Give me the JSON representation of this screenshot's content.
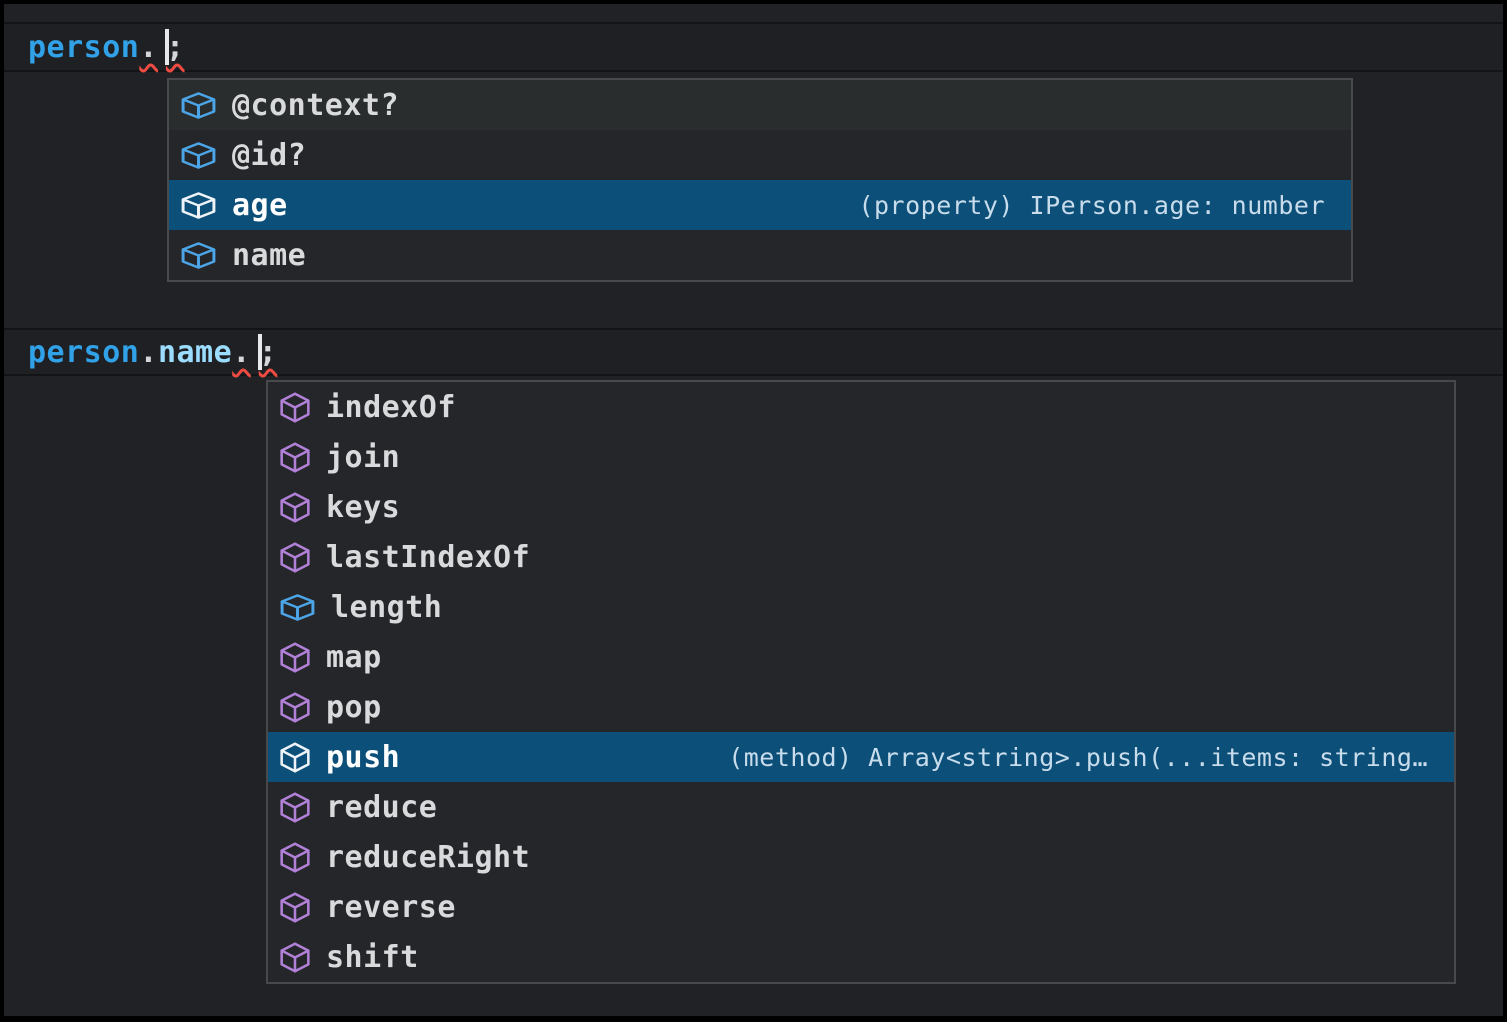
{
  "editor": {
    "lines": [
      {
        "name": "code-line-1",
        "tokens": [
          {
            "t": "person",
            "c": "ident"
          },
          {
            "t": ".",
            "c": "punct",
            "squiggle": true
          },
          {
            "caret": true
          },
          {
            "t": ";",
            "c": "punct",
            "squiggle": true
          }
        ]
      },
      {
        "name": "code-line-2",
        "tokens": [
          {
            "t": "person",
            "c": "ident"
          },
          {
            "t": ".",
            "c": "punct"
          },
          {
            "t": "name",
            "c": "prop"
          },
          {
            "t": ".",
            "c": "punct",
            "squiggle": true
          },
          {
            "caret": true
          },
          {
            "t": ";",
            "c": "punct",
            "squiggle": true
          }
        ]
      }
    ]
  },
  "popups": [
    {
      "name": "suggest-popup-person",
      "items": [
        {
          "label": "@context?",
          "kind": "field",
          "state": "hover"
        },
        {
          "label": "@id?",
          "kind": "field"
        },
        {
          "label": "age",
          "kind": "field",
          "state": "selected",
          "detail": "(property) IPerson.age: number"
        },
        {
          "label": "name",
          "kind": "field"
        }
      ]
    },
    {
      "name": "suggest-popup-person-name",
      "items": [
        {
          "label": "indexOf",
          "kind": "method"
        },
        {
          "label": "join",
          "kind": "method"
        },
        {
          "label": "keys",
          "kind": "method"
        },
        {
          "label": "lastIndexOf",
          "kind": "method"
        },
        {
          "label": "length",
          "kind": "field"
        },
        {
          "label": "map",
          "kind": "method"
        },
        {
          "label": "pop",
          "kind": "method"
        },
        {
          "label": "push",
          "kind": "method",
          "state": "selected",
          "detail": "(method) Array<string>.push(...items: string…"
        },
        {
          "label": "reduce",
          "kind": "method"
        },
        {
          "label": "reduceRight",
          "kind": "method"
        },
        {
          "label": "reverse",
          "kind": "method"
        },
        {
          "label": "shift",
          "kind": "method"
        }
      ]
    }
  ],
  "colors": {
    "selection_background": "#0c4f78",
    "hover_background": "#2a2d2e",
    "popup_background": "#25262a",
    "popup_border": "#47494b",
    "editor_background": "#212226",
    "squiggle_red": "#ef4b43",
    "field_icon_blue": "#4ca5e6",
    "method_icon_purple": "#b180d7",
    "selected_icon_white": "#eef3f7",
    "identifier_blue": "#31a2e8",
    "property_blue": "#9cdcfe",
    "punctuation": "#d4d6d8"
  }
}
